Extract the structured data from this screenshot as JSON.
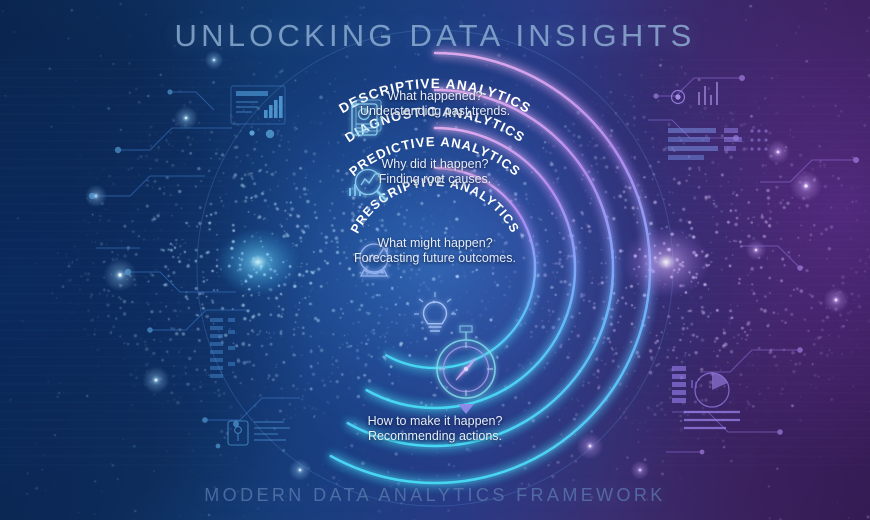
{
  "header": {
    "title": "UNLOCKING DATA INSIGHTS"
  },
  "footer": {
    "caption": "MODERN DATA ANALYTICS FRAMEWORK"
  },
  "colors": {
    "bg_left": "#0b2a54",
    "bg_right": "#331a4e",
    "arc_cyan": "#4fd2f0",
    "arc_blue": "#6fa8ff",
    "arc_violet": "#b08cf5",
    "arc_pink": "#e2a8f0",
    "title_text": "#93b4d8",
    "footer_text": "#5f7fb4",
    "label_text": "#ffffff",
    "caption_text": "#e4edfb"
  },
  "rings": [
    {
      "id": "descriptive",
      "label": "DESCRIPTIVE ANALYTICS",
      "question": "What happened?",
      "detail": "Understanding past trends.",
      "icon": "report-document-icon",
      "radius": 215,
      "order": 1
    },
    {
      "id": "diagnostic",
      "label": "DIAGNOSTIC ANALYTICS",
      "question": "Why did it happen?",
      "detail": "Finding root causes.",
      "icon": "magnifier-chart-icon",
      "radius": 178,
      "order": 2
    },
    {
      "id": "predictive",
      "label": "PREDICTIVE ANALYTICS",
      "question": "What might happen?",
      "detail": "Forecasting future outcomes.",
      "icon": "crystal-ball-trend-icon",
      "radius": 140,
      "order": 3
    },
    {
      "id": "prescriptive",
      "label": "PRESCRIPTIVE ANALYTICS",
      "question": "How to make it happen?",
      "detail": "Recommending actions.",
      "icon": "lightbulb-icon",
      "radius": 100,
      "order": 4
    }
  ],
  "center": {
    "icon": "compass-icon"
  },
  "arrow": {
    "icon": "triangle-down-icon"
  },
  "decor": {
    "left_top": "dashboard-bars-icon",
    "left_bottom": "document-lines-icon",
    "right_top": "circuit-bars-icon",
    "right_bottom": "pie-chart-report-icon"
  }
}
